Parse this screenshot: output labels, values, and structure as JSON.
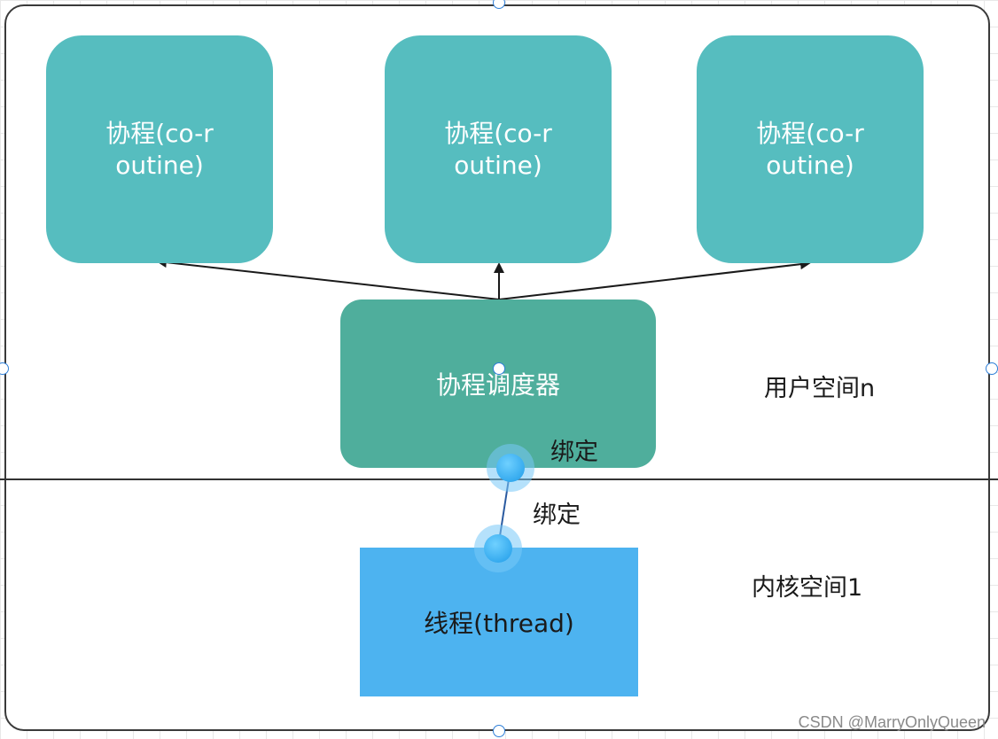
{
  "colors": {
    "coroutine_fill": "#56bdbf",
    "scheduler_fill": "#4fae9c",
    "thread_fill": "#4db3f0",
    "handle_stroke": "#2f7fd8",
    "connector": "#1e9be8"
  },
  "coroutines": [
    {
      "label": "协程(co-routine)"
    },
    {
      "label": "协程(co-routine)"
    },
    {
      "label": "协程(co-routine)"
    }
  ],
  "scheduler": {
    "label": "协程调度器"
  },
  "thread": {
    "label": "线程(thread)"
  },
  "bind_labels": {
    "upper": "绑定",
    "lower": "绑定"
  },
  "spaces": {
    "user": "用户空间n",
    "kernel": "内核空间1"
  },
  "watermark": "CSDN @MarryOnlyQueen"
}
